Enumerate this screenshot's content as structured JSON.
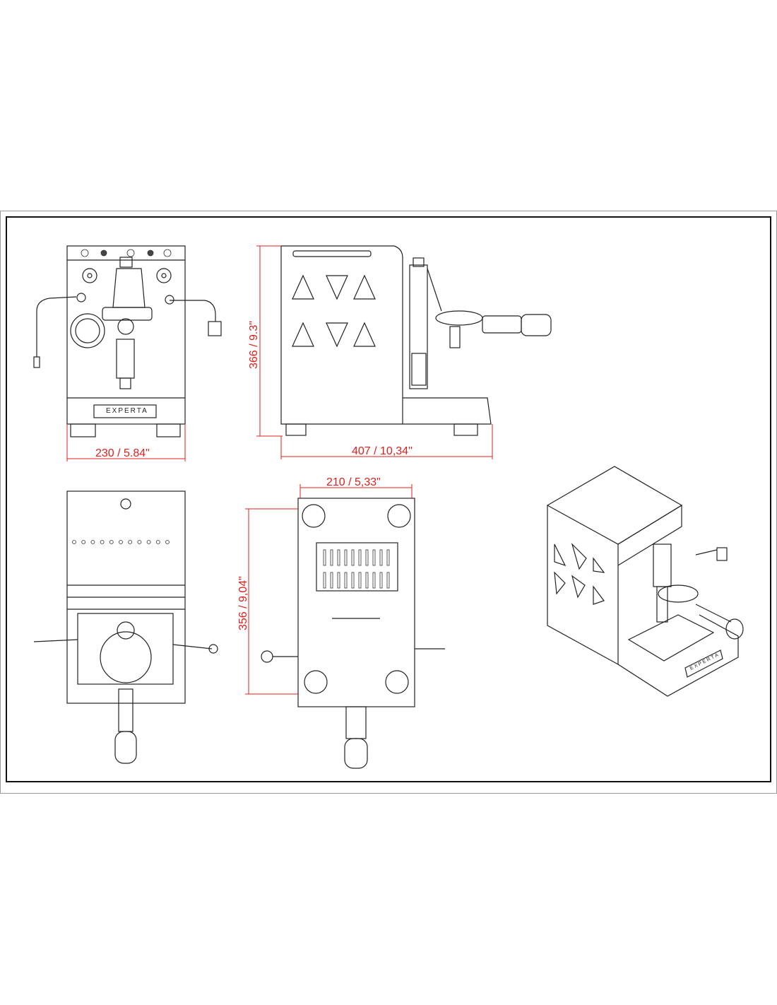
{
  "drawing": {
    "brand_logo": "EXPERTA",
    "dimensions": {
      "front_width": "230 / 5.84\"",
      "side_height": "366 / 9.3\"",
      "side_depth": "407 / 10,34\"",
      "bottom_width": "210 / 5,33\"",
      "bottom_depth": "356 / 9,04\""
    },
    "colors": {
      "dimension": "#e0201c",
      "line": "#222222",
      "frame": "#000000"
    }
  }
}
